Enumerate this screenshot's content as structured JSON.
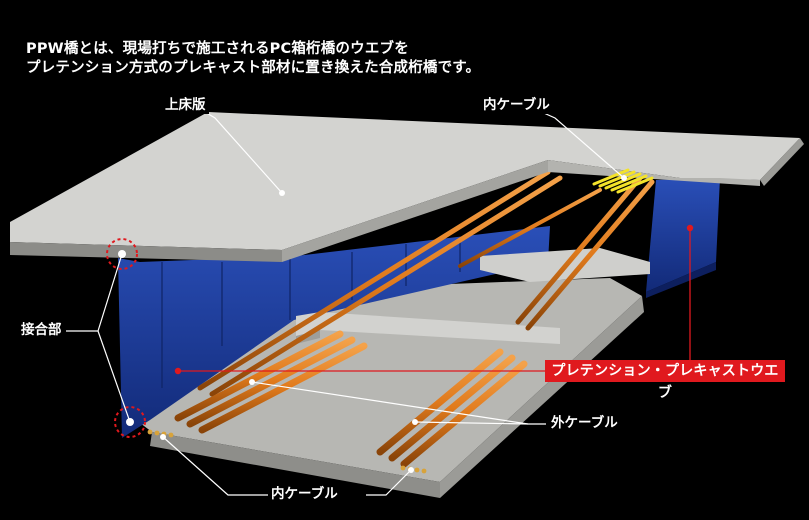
{
  "intro": {
    "line1": "PPW橋とは、現場打ちで施工されるPC箱桁橋のウエブを",
    "line2": "プレテンション方式のプレキャスト部材に置き換えた合成桁橋です。"
  },
  "labels": {
    "upper_slab": "上床版",
    "inner_cable_top": "内ケーブル",
    "joint": "接合部",
    "pretension_web": "プレテンション・プレキャストウエブ",
    "external_cable": "外ケーブル",
    "inner_cable_bottom": "内ケーブル"
  },
  "colors": {
    "background": "#000000",
    "concrete": "#c9c9c6",
    "web_blue": "#1b3ea0",
    "cable_orange": "#e48326",
    "highlight_red": "#e0191e",
    "inner_cable_yellow": "#f4e32a"
  }
}
